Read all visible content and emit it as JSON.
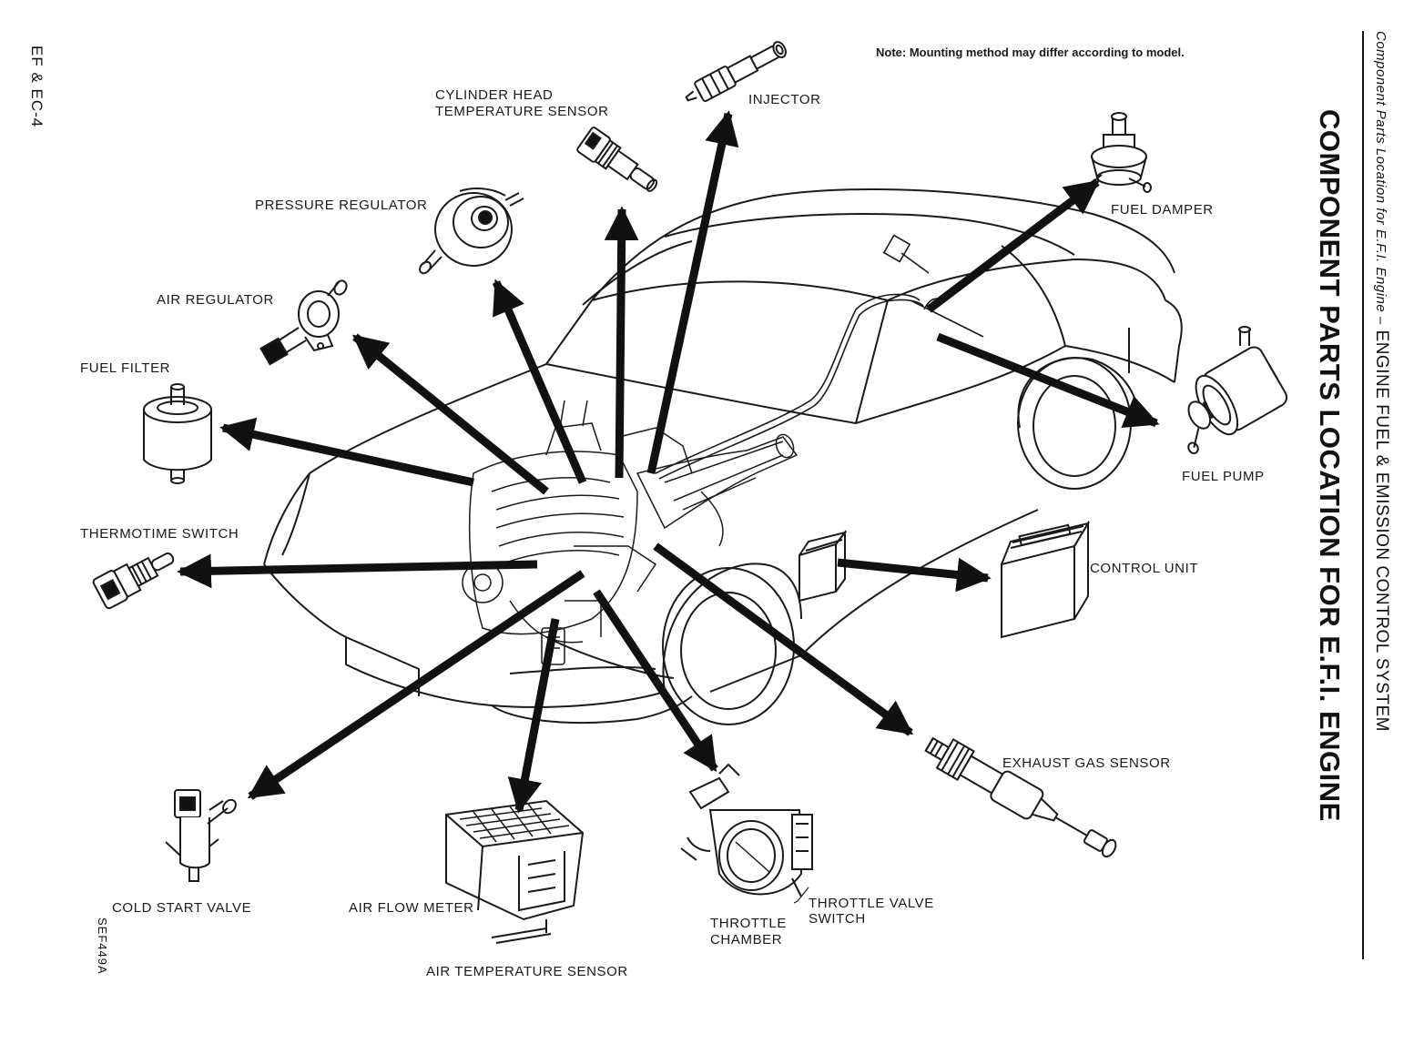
{
  "header": {
    "page_ref": "EF & EC-4",
    "note": "Note: Mounting method may differ according to model."
  },
  "side": {
    "title": "COMPONENT PARTS LOCATION FOR E.F.I. ENGINE",
    "section_italic": "Component Parts Location for E.F.I. Engine –",
    "section_main": "ENGINE FUEL & EMISSION CONTROL SYSTEM"
  },
  "figure_code": "SEF449A",
  "labels": {
    "cyl_head_1": "CYLINDER HEAD",
    "cyl_head_2": "TEMPERATURE SENSOR",
    "injector": "INJECTOR",
    "pressure_regulator": "PRESSURE REGULATOR",
    "air_regulator": "AIR REGULATOR",
    "fuel_filter": "FUEL FILTER",
    "fuel_damper": "FUEL DAMPER",
    "fuel_pump": "FUEL PUMP",
    "thermotime_switch": "THERMOTIME SWITCH",
    "control_unit": "CONTROL UNIT",
    "exhaust_gas_sensor": "EXHAUST GAS SENSOR",
    "cold_start_valve": "COLD START VALVE",
    "air_flow_meter": "AIR FLOW METER",
    "air_temperature_sensor": "AIR TEMPERATURE SENSOR",
    "throttle_chamber_1": "THROTTLE",
    "throttle_chamber_2": "CHAMBER",
    "throttle_valve_switch_1": "THROTTLE VALVE",
    "throttle_valve_switch_2": "SWITCH"
  },
  "colors": {
    "ink": "#1a1a1a",
    "paper": "#ffffff"
  }
}
